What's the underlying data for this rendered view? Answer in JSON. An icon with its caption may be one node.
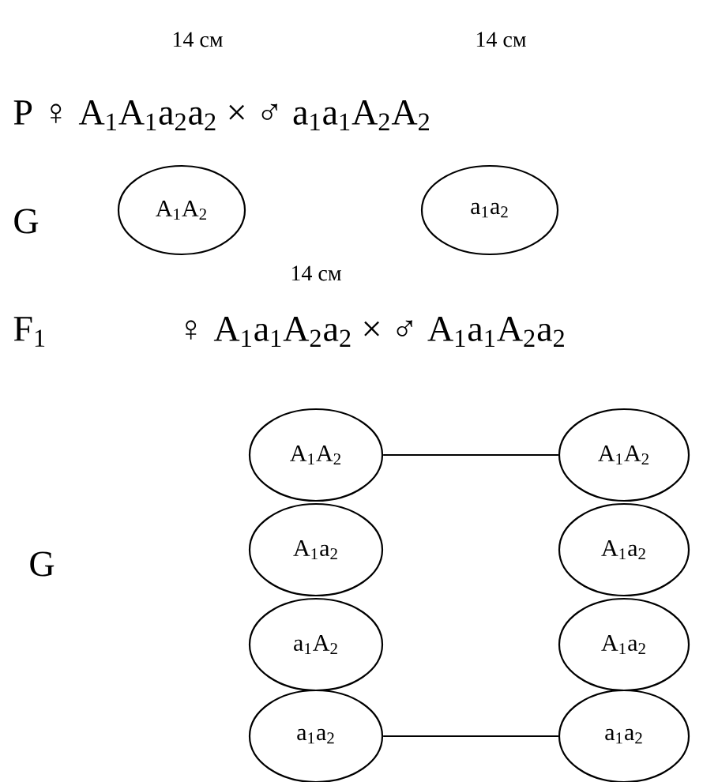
{
  "diagram": {
    "nodes": [
      {
        "text": [
          "A$_{1}$A$_{2}$"
        ]
      },
      {
        "text": [
          "a$_{1}$a$_{2}$"
        ]
      },
      {
        "text": [
          "A$_{1}$A$_{2}$"
        ]
      },
      {
        "text": [
          "A$_{1}$a$_{2}$"
        ]
      },
      {
        "text": [
          "a$_{1}$A$_{2}$"
        ]
      },
      {
        "text": [
          "a$_{1}$a$_{2}$"
        ]
      },
      {
        "text": [
          "A$_{1}$A$_{2}$"
        ]
      },
      {
        "text": [
          "A$_{1}$a$_{2}$"
        ]
      },
      {
        "text": [
          "A$_{1}$a$_{2}$"
        ]
      },
      {
        "text": [
          "a$_{1}$a$_{2}$"
        ]
      }
    ],
    "edges": [
      {
        "from": 2,
        "to": 6,
        "arrow": "none"
      },
      {
        "from": 5,
        "to": 9,
        "arrow": "none"
      }
    ],
    "labels": [
      "14 см",
      "14 см",
      "P ♀ A$_{1}$A$_{1}$a$_{2}$a$_{2}$ × ♂ a$_{1}$a$_{1}$A$_{2}$A$_{2}$",
      "G",
      "14 см",
      "F$_{1}$",
      "♀ A$_{1}$a$_{1}$A$_{2}$a$_{2}$ × ♂ A$_{1}$a$_{1}$A$_{2}$a$_{2}$",
      "G"
    ]
  }
}
